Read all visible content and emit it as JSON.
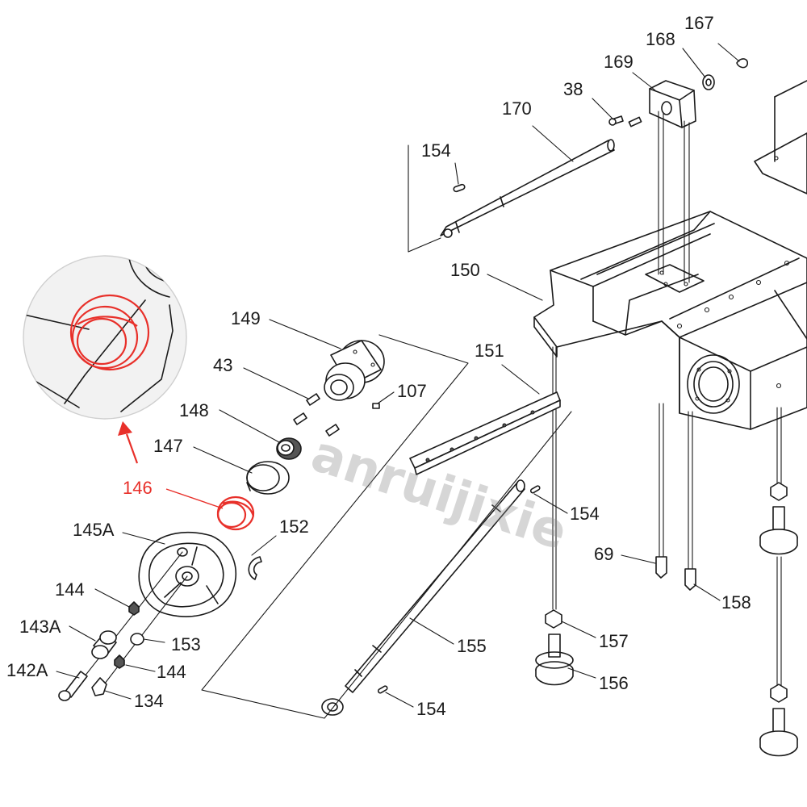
{
  "watermark": "anruijixie",
  "colors": {
    "highlight": "#e8302a",
    "ink": "#1a1a1a",
    "watermark": "#8c8c8c",
    "zoom_bg": "#f2f2f2",
    "zoom_border": "#cfcfcf"
  },
  "highlighted_part": "146",
  "callouts": {
    "p167": "167",
    "p168": "168",
    "p169": "169",
    "p38": "38",
    "p170": "170",
    "p154a": "154",
    "p150": "150",
    "p149": "149",
    "p43": "43",
    "p107": "107",
    "p151": "151",
    "p148": "148",
    "p147": "147",
    "p146": "146",
    "p154b": "154",
    "p152": "152",
    "p145a": "145A",
    "p69": "69",
    "p144a": "144",
    "p158": "158",
    "p157": "157",
    "p143a": "143A",
    "p153": "153",
    "p155": "155",
    "p144b": "144",
    "p142a": "142A",
    "p156": "156",
    "p134": "134",
    "p154c": "154"
  }
}
